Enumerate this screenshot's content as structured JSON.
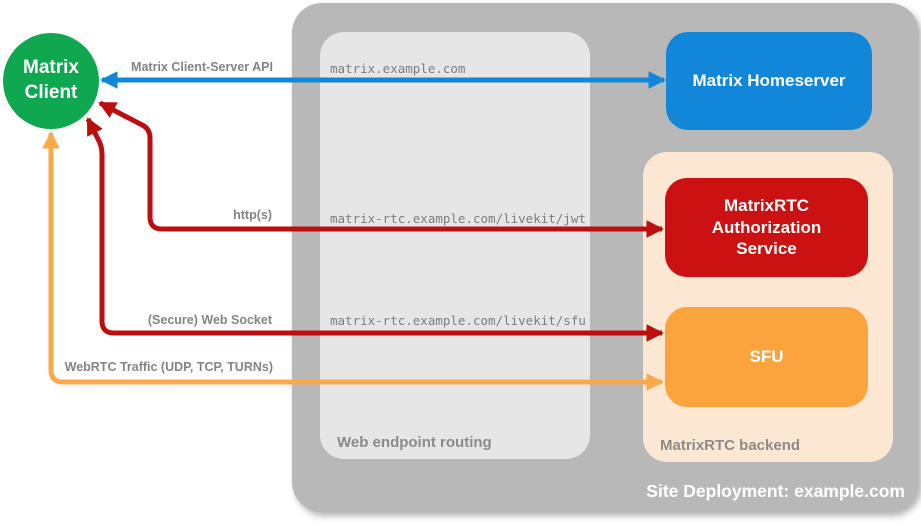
{
  "diagram_title": "Site Deployment: example.com",
  "nodes": {
    "client": {
      "label": "Matrix Client",
      "color": "#0fa851"
    },
    "homeserver": {
      "label": "Matrix Homeserver",
      "color": "#1287d9"
    },
    "auth_service": {
      "label": "MatrixRTC Authorization Service",
      "color": "#cb1112"
    },
    "sfu": {
      "label": "SFU",
      "color": "#fba43d"
    }
  },
  "containers": {
    "deployment": {
      "label": "Site Deployment: example.com",
      "color": "#b8b8b8"
    },
    "web_routing": {
      "label": "Web endpoint routing",
      "color": "#e6e6e6"
    },
    "backend": {
      "label": "MatrixRTC backend",
      "color": "#fce8d2"
    }
  },
  "endpoints": {
    "homeserver": "matrix.example.com",
    "jwt": "matrix-rtc.example.com/livekit/jwt",
    "sfu": "matrix-rtc.example.com/livekit/sfu"
  },
  "connections": [
    {
      "label": "Matrix Client-Server API",
      "color": "#1287d9",
      "from": "Matrix Client",
      "to": "Matrix Homeserver",
      "bidirectional": true
    },
    {
      "label": "http(s)",
      "color": "#bd0e0f",
      "from": "Matrix Client",
      "to": "MatrixRTC Authorization Service",
      "bidirectional": true
    },
    {
      "label": "(Secure) Web Socket",
      "color": "#bd0e0f",
      "from": "Matrix Client",
      "to": "SFU",
      "bidirectional": true
    },
    {
      "label": "WebRTC Traffic (UDP, TCP, TURNs)",
      "color": "#f9a94a",
      "from": "Matrix Client",
      "to": "SFU",
      "bidirectional": true
    }
  ]
}
